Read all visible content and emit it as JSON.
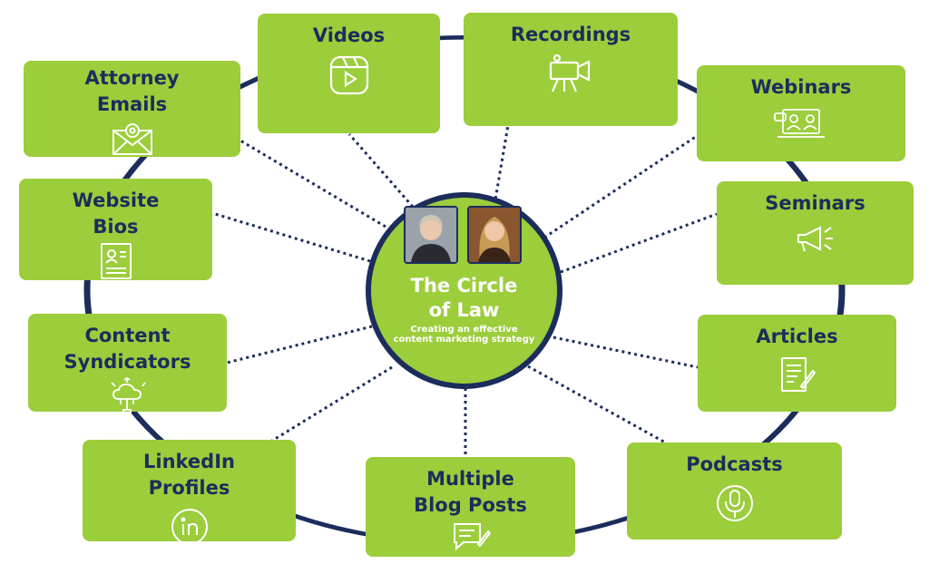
{
  "colors": {
    "accent": "#9ccd3b",
    "navy": "#1c2d5c",
    "label": "#1c2d5c",
    "icon": "#ffffff"
  },
  "hub": {
    "title": "The Circle\nof Law",
    "subtitle": "Creating an effective content marketing strategy"
  },
  "items": [
    {
      "label": "Videos",
      "icon": "video-reel-icon"
    },
    {
      "label": "Recordings",
      "icon": "video-camera-icon"
    },
    {
      "label": "Webinars",
      "icon": "webinar-icon"
    },
    {
      "label": "Seminars",
      "icon": "megaphone-icon"
    },
    {
      "label": "Articles",
      "icon": "article-icon"
    },
    {
      "label": "Podcasts",
      "icon": "microphone-icon"
    },
    {
      "label": "Multiple\nBlog Posts",
      "icon": "blog-post-icon"
    },
    {
      "label": "LinkedIn\nProfiles",
      "icon": "linkedin-icon"
    },
    {
      "label": "Content\nSyndicators",
      "icon": "syndication-icon"
    },
    {
      "label": "Website\nBios",
      "icon": "profile-card-icon"
    },
    {
      "label": "Attorney\nEmails",
      "icon": "email-icon"
    }
  ]
}
